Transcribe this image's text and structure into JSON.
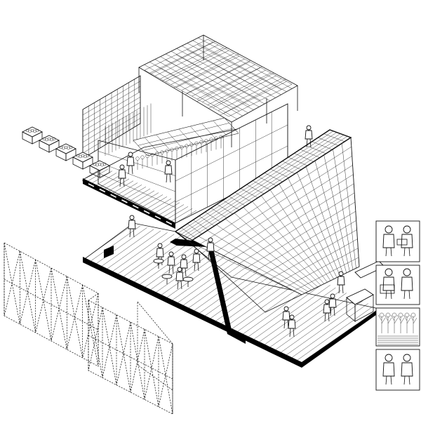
{
  "diagram": {
    "kind": "exploded-axonometric",
    "colors": {
      "line": "#111111",
      "background": "#ffffff",
      "fill": "#000000"
    },
    "components": [
      "dashed-truss-frame",
      "lower-deck-platform",
      "upper-pavilion",
      "pergola-roof",
      "planter-boxes",
      "inclined-canopy",
      "vignette-panels"
    ],
    "planter_boxes": 5,
    "vignettes": [
      {
        "scene": "two-people-meeting"
      },
      {
        "scene": "vendor-at-stall"
      },
      {
        "scene": "garden-plants"
      },
      {
        "scene": "people-walking"
      }
    ]
  }
}
